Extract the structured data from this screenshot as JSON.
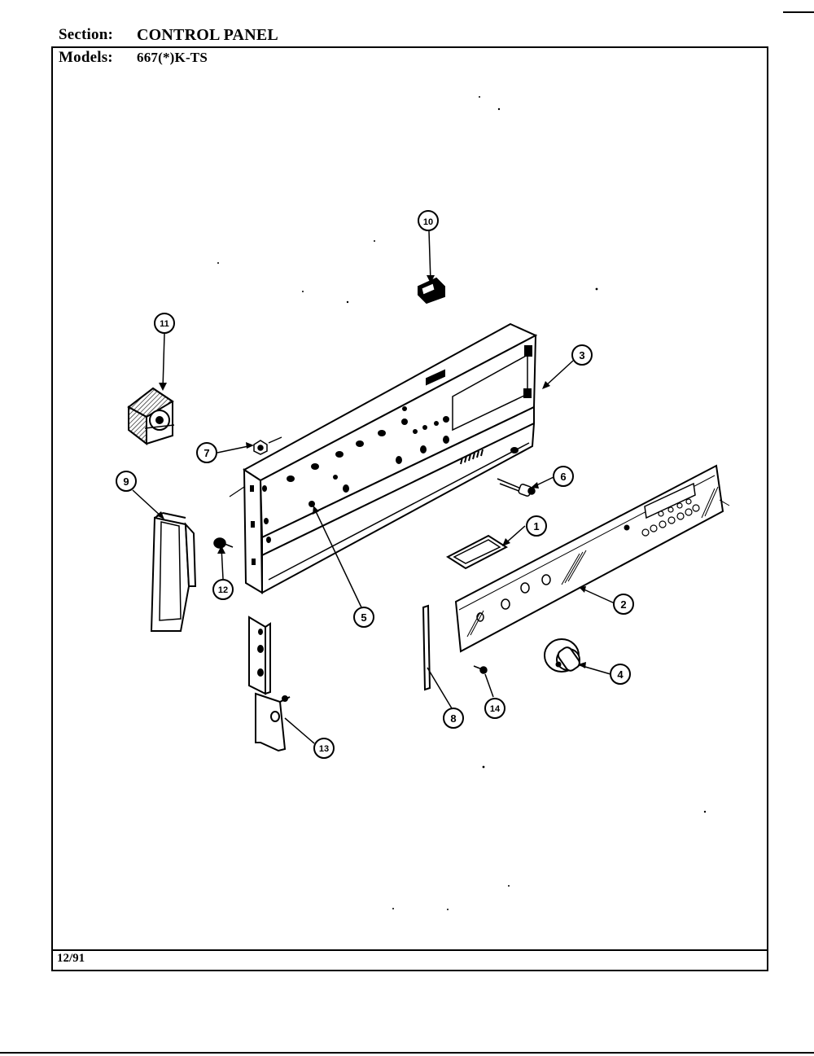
{
  "header": {
    "section_label": "Section:",
    "section_value": "CONTROL PANEL",
    "models_label": "Models:",
    "models_value": "667(*)K-TS"
  },
  "footer": {
    "date": "12/91"
  },
  "callouts": [
    {
      "id": "callout-1",
      "label": "1"
    },
    {
      "id": "callout-2",
      "label": "2"
    },
    {
      "id": "callout-3",
      "label": "3"
    },
    {
      "id": "callout-4",
      "label": "4"
    },
    {
      "id": "callout-5",
      "label": "5"
    },
    {
      "id": "callout-6",
      "label": "6"
    },
    {
      "id": "callout-7",
      "label": "7"
    },
    {
      "id": "callout-8",
      "label": "8"
    },
    {
      "id": "callout-9",
      "label": "9"
    },
    {
      "id": "callout-10",
      "label": "10"
    },
    {
      "id": "callout-11",
      "label": "11"
    },
    {
      "id": "callout-12",
      "label": "12"
    },
    {
      "id": "callout-13",
      "label": "13"
    },
    {
      "id": "callout-14",
      "label": "14"
    }
  ]
}
